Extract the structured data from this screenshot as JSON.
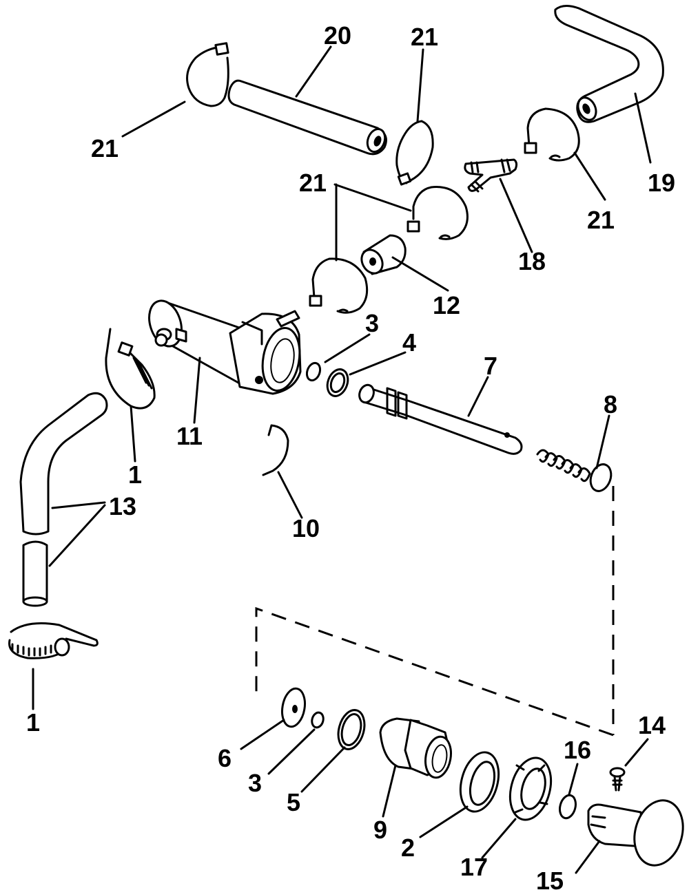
{
  "callouts": {
    "c1a": "1",
    "c1b": "1",
    "c2": "2",
    "c3a": "3",
    "c3b": "3",
    "c4": "4",
    "c5": "5",
    "c6": "6",
    "c7": "7",
    "c8": "8",
    "c9": "9",
    "c10": "10",
    "c11": "11",
    "c12": "12",
    "c13": "13",
    "c14": "14",
    "c15": "15",
    "c16": "16",
    "c17": "17",
    "c18": "18",
    "c19": "19",
    "c20": "20",
    "c21a": "21",
    "c21b": "21",
    "c21c": "21",
    "c21d": "21"
  }
}
